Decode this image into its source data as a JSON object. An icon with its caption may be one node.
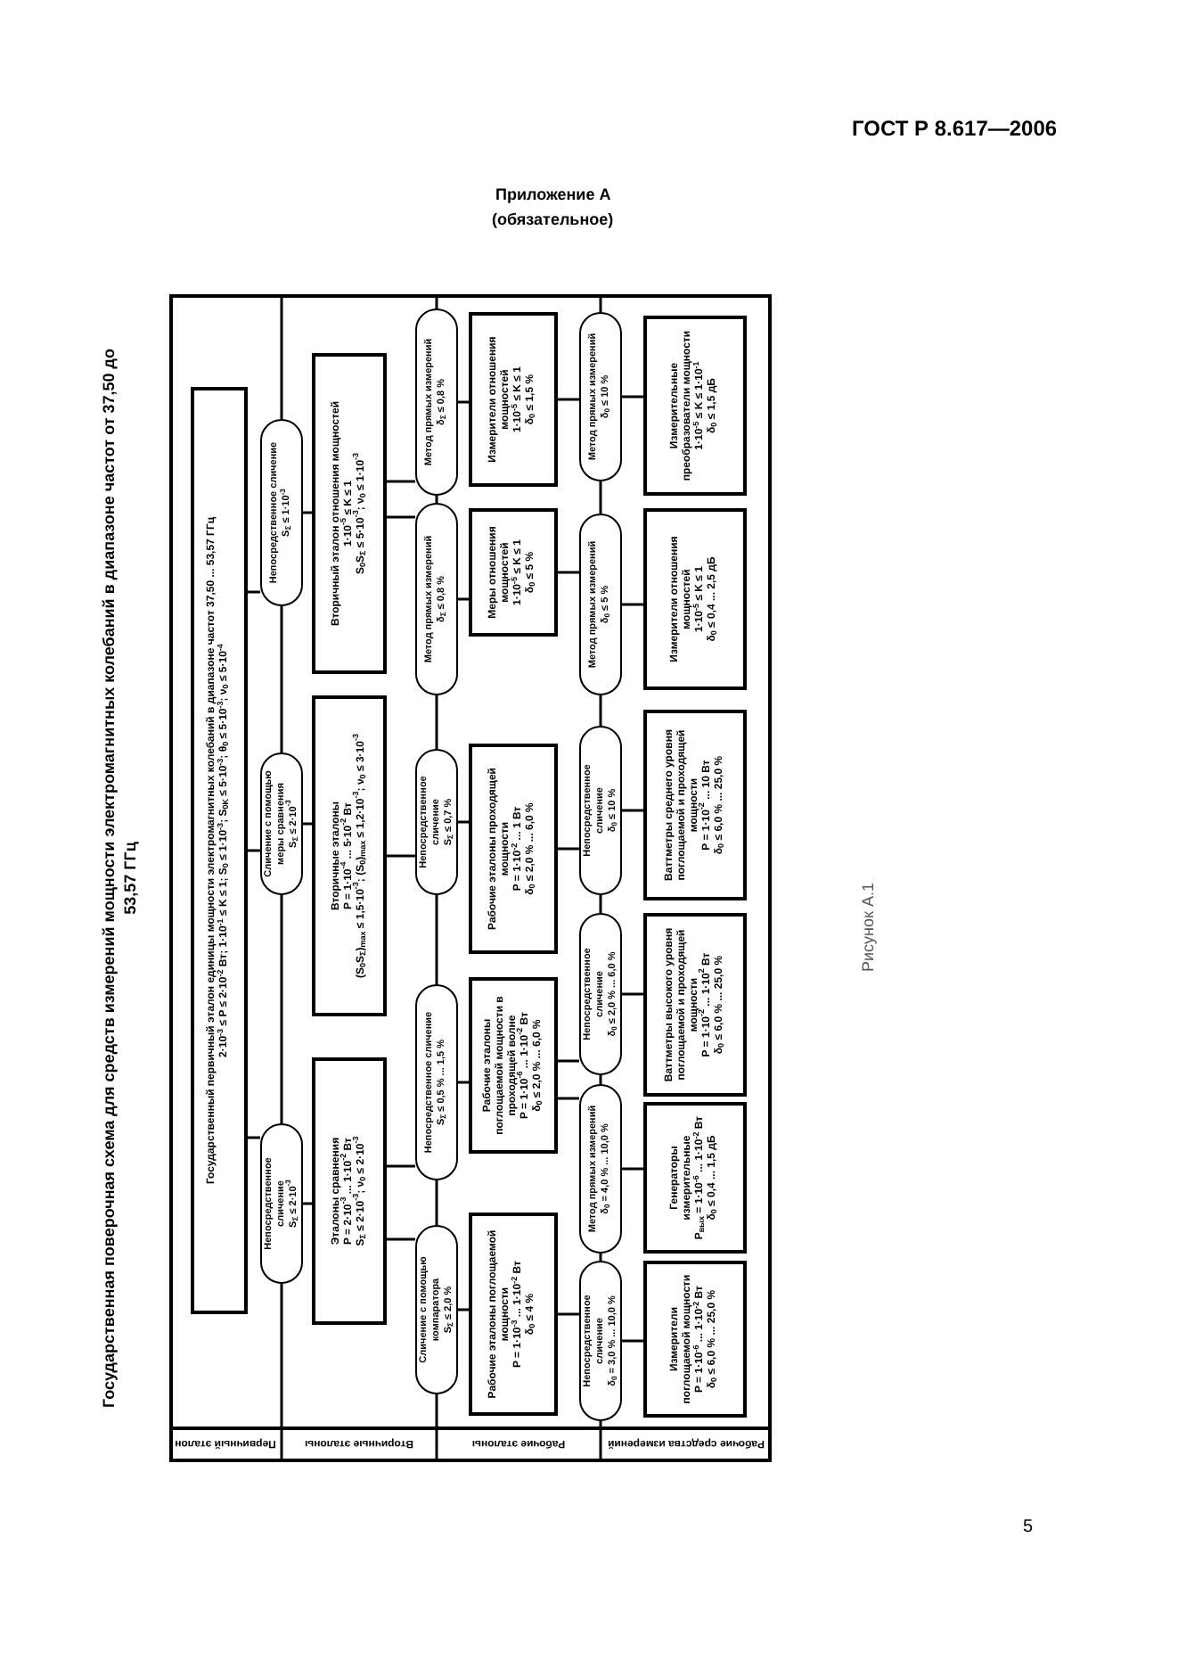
{
  "diagram": {
    "title": "Государственная поверочная схема для средств измерений мощности электромагнитных колебаний в диапазоне частот от 37,50 до 53,57 ГГц",
    "nodes": [
      {
        "text": [
          "Государственный первичный эталон единицы мощности электромагнитных колебаний в диапазоне частот 37,50 ... 53,57 ГГц",
          "2·10$^{-3}$ ≤ P ≤ 2·10$^{-2}$ Вт; 1·10$^{-1}$ ≤ K ≤ 1; S$_{0}$ ≤ 1·10$^{-3}$; S$_{0K}$ ≤ 5·10$^{-3}$; θ$_{0}$ ≤ 5·10$^{-3}$; ν$_{0}$ ≤ 5·10$^{-4}$"
        ]
      },
      {
        "text": [
          "Непосредственное сличение",
          "S$_{Σ}$ ≤ 2·10$^{-3}$"
        ]
      },
      {
        "text": [
          "Сличение с помощью меры сравнения",
          "S$_{Σ}$ ≤ 2·10$^{-3}$"
        ]
      },
      {
        "text": [
          "Непосредственное сличение",
          "S$_{Σ}$ ≤ 1·10$^{-3}$"
        ]
      },
      {
        "text": [
          "Эталоны сравнения",
          "P = 2·10$^{-3}$ ... 1·10$^{-2}$ Вт",
          "S$_{Σ}$ ≤ 2·10$^{-3}$; ν$_{0}$ ≤ 2·10$^{-3}$"
        ]
      },
      {
        "text": [
          "Вторичные эталоны",
          "P = 1·10$^{-4}$ ... 5·10$^{-2}$ Вт",
          "(S$_{0}$S$_{Σ}$)$_{max}$ ≤ 1,5·10$^{-3}$; (S$_{0}$)$_{max}$ ≤ 1,2·10$^{-3}$; ν$_{0}$ ≤ 3·10$^{-3}$"
        ]
      },
      {
        "text": [
          "Вторичный эталон отношения мощностей",
          "1·10$^{-5}$ ≤ K ≤ 1",
          "S$_{0}$S$_{Σ}$ ≤ 5·10$^{-3}$; ν$_{0}$ ≤ 1·10$^{-3}$"
        ]
      },
      {
        "text": [
          "Сличение с помощью компаратора",
          "S$_{Σ}$ ≤ 2,0 %"
        ]
      },
      {
        "text": [
          "Непосредственное сличение",
          "S$_{Σ}$ ≤ 0,5 % ... 1,5 %"
        ]
      },
      {
        "text": [
          "Непосредственное сличение",
          "S$_{Σ}$ ≤ 0,7 %"
        ]
      },
      {
        "text": [
          "Метод прямых измерений",
          "δ$_{Σ}$ ≤ 0,8 %"
        ]
      },
      {
        "text": [
          "Метод прямых измерений",
          "δ$_{Σ}$ ≤ 0,8 %"
        ]
      },
      {
        "text": [
          "Рабочие эталоны поглощаемой мощности",
          "P = 1·10$^{-3}$ ... 1·10$^{-2}$ Вт",
          "δ$_{0}$ ≤ 4 %"
        ]
      },
      {
        "text": [
          "Рабочие эталоны поглощаемой мощности в проходящей волне",
          "P = 1·10$^{-6}$ ... 1·10$^{-2}$ Вт",
          "δ$_{0}$ ≤ 2,0 % ... 6,0 %"
        ]
      },
      {
        "text": [
          "Рабочие эталоны проходящей мощности",
          "P = 1·10$^{-2}$ ... 1 Вт",
          "δ$_{0}$ ≤ 2,0 % ... 6,0 %"
        ]
      },
      {
        "text": [
          "Меры отношения мощностей",
          "1·10$^{-5}$ ≤ K ≤ 1",
          "δ$_{0}$ ≤ 5 %"
        ]
      },
      {
        "text": [
          "Измерители отношения мощностей",
          "1·10$^{-5}$ ≤ K ≤ 1",
          "δ$_{0}$ ≤ 1,5 %"
        ]
      },
      {
        "text": [
          "Непосредственное сличение",
          "δ$_{0}$ = 3,0 % ... 10,0 %"
        ]
      },
      {
        "text": [
          "Метод прямых измерений",
          "δ$_{0}$ = 4,0 % ... 10,0 %"
        ]
      },
      {
        "text": [
          "Непосредственное сличение",
          "δ$_{0}$ ≤ 2,0 % ... 6,0 %"
        ]
      },
      {
        "text": [
          "Непосредственное сличение",
          "δ$_{0}$ ≤ 10 %"
        ]
      },
      {
        "text": [
          "Метод прямых измерений",
          "δ$_{0}$ ≤ 5 %"
        ]
      },
      {
        "text": [
          "Метод прямых измерений",
          "δ$_{0}$ ≤ 10 %"
        ]
      },
      {
        "text": [
          "Измерители поглощаемой мощности",
          "P = 1·10$^{-6}$ ... 1·10$^{-2}$ Вт",
          "δ$_{0}$ ≤ 6,0 % ... 25,0 %"
        ]
      },
      {
        "text": [
          "Генераторы измерительные",
          "P$_{вых}$ = 1·10$^{-6}$ ... 1·10$^{-2}$ Вт",
          "δ$_{0}$ ≤ 0,4 ... 1,5 дБ"
        ]
      },
      {
        "text": [
          "Ваттметры высокого уровня поглощаемой и проходящей мощности",
          "P = 1·10$^{-2}$ ... 1·10$^{2}$ Вт",
          "δ$_{0}$ ≤ 6,0 % ... 25,0 %"
        ]
      },
      {
        "text": [
          "Ваттметры среднего уровня поглощаемой и проходящей мощности",
          "P = 1·10$^{-2}$ ... 10 Вт",
          "δ$_{0}$ ≤ 6,0 % ... 25,0 %"
        ]
      },
      {
        "text": [
          "Измерители отношения мощностей",
          "1·10$^{-5}$ ≤ K ≤ 1",
          "δ$_{0}$ ≤ 0,4 ... 2,5 дБ"
        ]
      },
      {
        "text": [
          "Измерительные преобразователи мощности",
          "1·10$^{-5}$ ≤ K ≤ 1·10$^{-1}$",
          "δ$_{0}$ ≤ 1,5 дБ"
        ]
      }
    ],
    "edges": [
      {
        "from": 0,
        "to": 1,
        "arrow": "none"
      },
      {
        "from": 0,
        "to": 2,
        "arrow": "none"
      },
      {
        "from": 0,
        "to": 3,
        "arrow": "none"
      },
      {
        "from": 1,
        "to": 4,
        "arrow": "none"
      },
      {
        "from": 2,
        "to": 5,
        "arrow": "none"
      },
      {
        "from": 3,
        "to": 6,
        "arrow": "none"
      },
      {
        "from": 4,
        "to": 7,
        "arrow": "none"
      },
      {
        "from": 4,
        "to": 8,
        "arrow": "none"
      },
      {
        "from": 5,
        "to": 9,
        "arrow": "none"
      },
      {
        "from": 6,
        "to": 10,
        "arrow": "none"
      },
      {
        "from": 6,
        "to": 11,
        "arrow": "none"
      },
      {
        "from": 7,
        "to": 12,
        "arrow": "none"
      },
      {
        "from": 8,
        "to": 13,
        "arrow": "none"
      },
      {
        "from": 9,
        "to": 14,
        "arrow": "none"
      },
      {
        "from": 10,
        "to": 15,
        "arrow": "none"
      },
      {
        "from": 11,
        "to": 16,
        "arrow": "none"
      },
      {
        "from": 12,
        "to": 17,
        "arrow": "none"
      },
      {
        "from": 13,
        "to": 18,
        "arrow": "none"
      },
      {
        "from": 13,
        "to": 19,
        "arrow": "none"
      },
      {
        "from": 14,
        "to": 20,
        "arrow": "none"
      },
      {
        "from": 15,
        "to": 21,
        "arrow": "none"
      },
      {
        "from": 16,
        "to": 22,
        "arrow": "none"
      },
      {
        "from": 17,
        "to": 23,
        "arrow": "none"
      },
      {
        "from": 18,
        "to": 24,
        "arrow": "none"
      },
      {
        "from": 19,
        "to": 25,
        "arrow": "none"
      },
      {
        "from": 20,
        "to": 26,
        "arrow": "none"
      },
      {
        "from": 21,
        "to": 27,
        "arrow": "none"
      },
      {
        "from": 22,
        "to": 28,
        "arrow": "none"
      }
    ],
    "labels": [
      "ГОСТ Р 8.617—2006",
      "Приложение А",
      "(обязательное)",
      "Первичный эталон",
      "Вторичные эталоны",
      "Рабочие эталоны",
      "Рабочие средства измерений",
      "Рисунок А.1",
      "5"
    ]
  }
}
